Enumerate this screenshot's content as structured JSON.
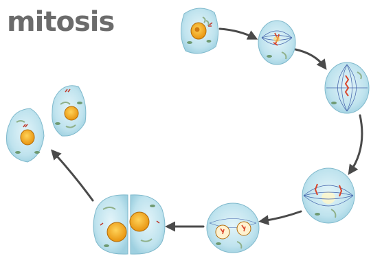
{
  "title": "mitosis",
  "colors": {
    "title_text": "#6b6b6b",
    "cell_fill": "#bfe3ee",
    "cell_stroke": "#7fb9cc",
    "nucleus_fill": "#f2a51f",
    "nucleolus": "#d07a10",
    "chromosome": "#d9442a",
    "spindle": "#3f5fa8",
    "organelle_green": "#8fb08a",
    "arrow": "#4a4a4a"
  },
  "stages": [
    {
      "id": "interphase"
    },
    {
      "id": "prophase"
    },
    {
      "id": "metaphase"
    },
    {
      "id": "anaphase"
    },
    {
      "id": "telophase"
    },
    {
      "id": "cytokinesis"
    },
    {
      "id": "daughter-cells"
    }
  ]
}
